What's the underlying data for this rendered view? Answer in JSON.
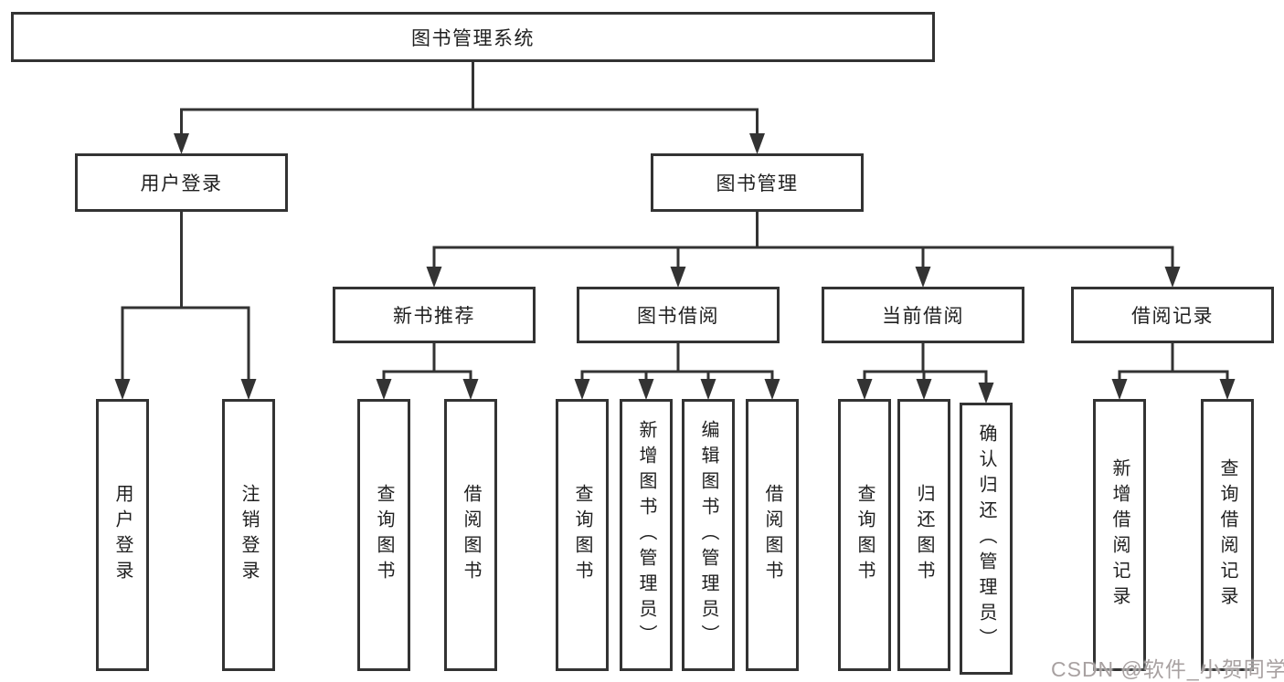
{
  "diagram": {
    "root": "图书管理系统",
    "level2": {
      "user_login": "用户登录",
      "book_mgmt": "图书管理"
    },
    "level3": {
      "new_books": "新书推荐",
      "borrow": "图书借阅",
      "current": "当前借阅",
      "records": "借阅记录"
    },
    "leaves": {
      "user_login": [
        "用户登录",
        "注销登录"
      ],
      "new_books": [
        "查询图书",
        "借阅图书"
      ],
      "borrow": [
        "查询图书",
        "新增图书（管理员）",
        "编辑图书（管理员）",
        "借阅图书"
      ],
      "current": [
        "查询图书",
        "归还图书",
        "确认归还（管理员）"
      ],
      "records": [
        "新增借阅记录",
        "查询借阅记录"
      ]
    }
  },
  "watermark": {
    "text": "CSDN @软件_小贺同学",
    "color": "#a39c9c"
  },
  "colors": {
    "line": "#333333",
    "box_border": "#333333",
    "box_background": "#ffffff",
    "text": "#1f1f1f",
    "page_background": "#ffffff"
  }
}
